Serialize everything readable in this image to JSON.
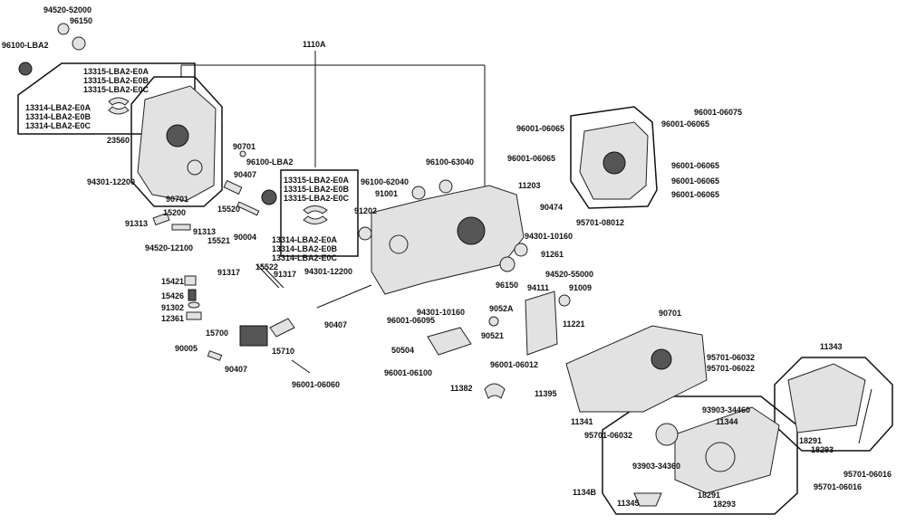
{
  "diagram": {
    "main_assembly": "1110A",
    "labels": {
      "p94520_52000": "94520-52000",
      "p96150_top": "96150",
      "p96100_lba2_top": "96100-LBA2",
      "p13315_a1": "13315-LBA2-E0A",
      "p13315_b1": "13315-LBA2-E0B",
      "p13315_c1": "13315-LBA2-E0C",
      "p13314_a1": "13314-LBA2-E0A",
      "p13314_b1": "13314-LBA2-E0B",
      "p13314_c1": "13314-LBA2-E0C",
      "p23560": "23560",
      "p94301_12200_a": "94301-12200",
      "p90701_a": "90701",
      "p96100_lba2_mid": "96100-LBA2",
      "p90407_a": "90407",
      "p15520": "15520",
      "p90004": "90004",
      "p90701_b": "90701",
      "p15200": "15200",
      "p91313_a": "91313",
      "p91313_b": "91313",
      "p15521": "15521",
      "p94520_12100": "94520-12100",
      "p13315_a2": "13315-LBA2-E0A",
      "p13315_b2": "13315-LBA2-E0B",
      "p13315_c2": "13315-LBA2-E0C",
      "p13314_a2": "13314-LBA2-E0A",
      "p13314_b2": "13314-LBA2-E0B",
      "p13314_c2": "13314-LBA2-E0C",
      "p15522": "15522",
      "p91317_a": "91317",
      "p91317_b": "91317",
      "p94301_12200_b": "94301-12200",
      "p15421": "15421",
      "p15426": "15426",
      "p91302": "91302",
      "p12361": "12361",
      "p15700": "15700",
      "p90005": "90005",
      "p90407_b": "90407",
      "p15710": "15710",
      "p90407_c": "90407",
      "p96001_06060": "96001-06060",
      "p96100_62040": "96100-62040",
      "p96100_63040": "96100-63040",
      "p91001": "91001",
      "p91202": "91202",
      "p11203": "11203",
      "p90474": "90474",
      "p95701_08012": "95701-08012",
      "p94301_10160_a": "94301-10160",
      "p91261": "91261",
      "p96150_mid": "96150",
      "p94520_55000": "94520-55000",
      "p91009": "91009",
      "p94111": "94111",
      "p9052a": "9052A",
      "p90521": "90521",
      "p11221": "11221",
      "p94301_10160_b": "94301-10160",
      "p96001_06095": "96001-06095",
      "p50504": "50504",
      "p96001_06100": "96001-06100",
      "p96001_06012": "96001-06012",
      "p11382": "11382",
      "p96001_06075": "96001-06075",
      "p96001_06065_a": "96001-06065",
      "p96001_06065_b": "96001-06065",
      "p96001_06065_c": "96001-06065",
      "p96001_06065_d": "96001-06065",
      "p96001_06065_e": "96001-06065",
      "p96001_06065_f": "96001-06065",
      "p90701_c": "90701",
      "p95701_06032_a": "95701-06032",
      "p95701_06022": "95701-06022",
      "p11395": "11395",
      "p11341": "11341",
      "p95701_06032_b": "95701-06032",
      "p11343": "11343",
      "p18291_a": "18291",
      "p18293_a": "18293",
      "p95701_06016_a": "95701-06016",
      "p93903_34460": "93903-34460",
      "p11344": "11344",
      "p93903_34360": "93903-34360",
      "p1134b": "1134B",
      "p11345": "11345",
      "p18291_b": "18291",
      "p18293_b": "18293",
      "p95701_06016_b": "95701-06016"
    }
  }
}
